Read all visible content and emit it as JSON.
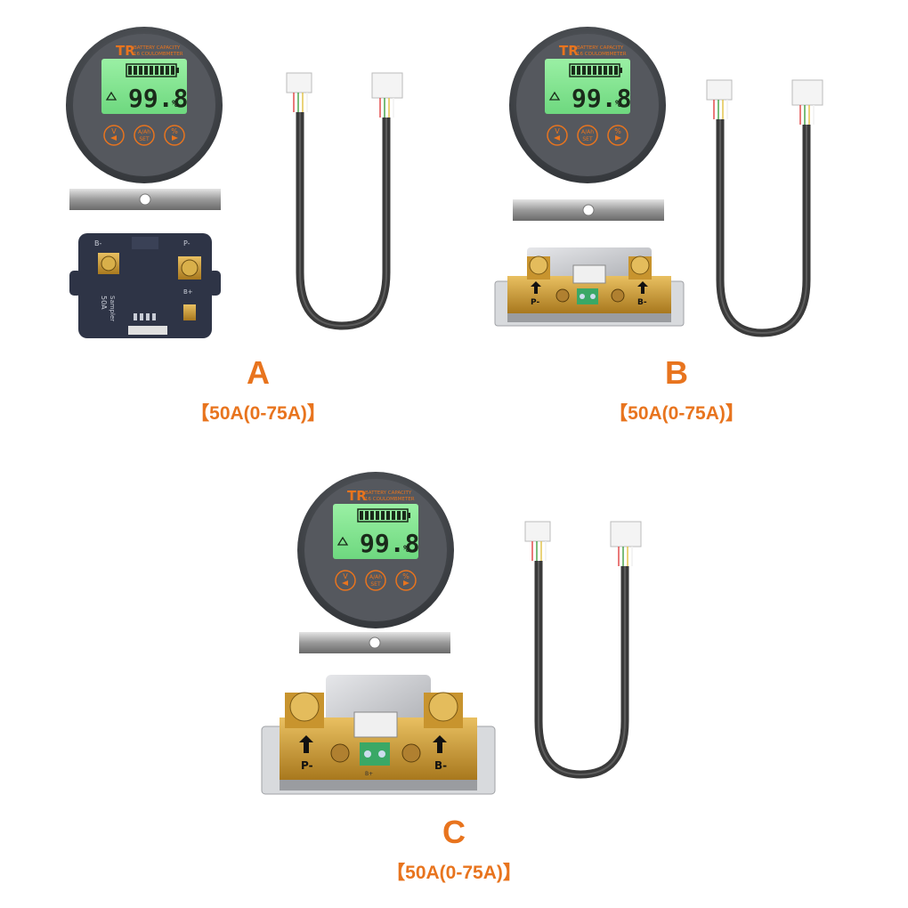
{
  "colors": {
    "accent": "#e8741e",
    "lcd_green": "#7fe58f",
    "bezel": "#4a4d52",
    "shunt_navy": "#2e3446",
    "brass": "#c9962e",
    "cable": "#3a3a3a"
  },
  "meter": {
    "brand": "TR",
    "model_line1": "BATTERY CAPACITY",
    "model_line2": "16 COULOMBMETER",
    "reading": "99.8",
    "unit": "%",
    "btn_left_top": "V",
    "btn_mid_top": "A/Ah",
    "btn_mid_bottom": "SET",
    "btn_right_top": "%",
    "icons": [
      "battery-bar-icon",
      "warning-triangle-icon",
      "left-arrow-icon",
      "right-arrow-icon"
    ]
  },
  "shunt_a": {
    "rating": "50A",
    "text": "Sampler",
    "b_minus": "B-",
    "p_minus": "P-",
    "b_plus": "B+"
  },
  "shunt_bc": {
    "p_minus": "P-",
    "b_minus": "B-",
    "b_plus": "B+"
  },
  "variants": [
    {
      "letter": "A",
      "rating": "【50A(0-75A)】"
    },
    {
      "letter": "B",
      "rating": "【50A(0-75A)】"
    },
    {
      "letter": "C",
      "rating": "【50A(0-75A)】"
    }
  ]
}
